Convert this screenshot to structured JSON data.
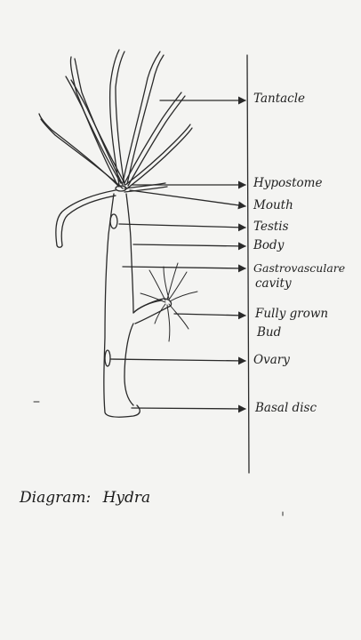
{
  "caption": {
    "prefix": "Diagram:",
    "subject": "Hydra"
  },
  "labels": {
    "tentacle": "Tantacle",
    "hypostome": "Hypostome",
    "mouth": "Mouth",
    "testis": "Testis",
    "body": "Body",
    "gastrovascular_1": "Gastrovasculare",
    "gastrovascular_2": "cavity",
    "bud_1": "Fully grown",
    "bud_2": "Bud",
    "ovary": "Ovary",
    "basal_disc": "Basal disc"
  },
  "colors": {
    "paper": "#f4f4f2",
    "ink": "#2a2a2a"
  }
}
